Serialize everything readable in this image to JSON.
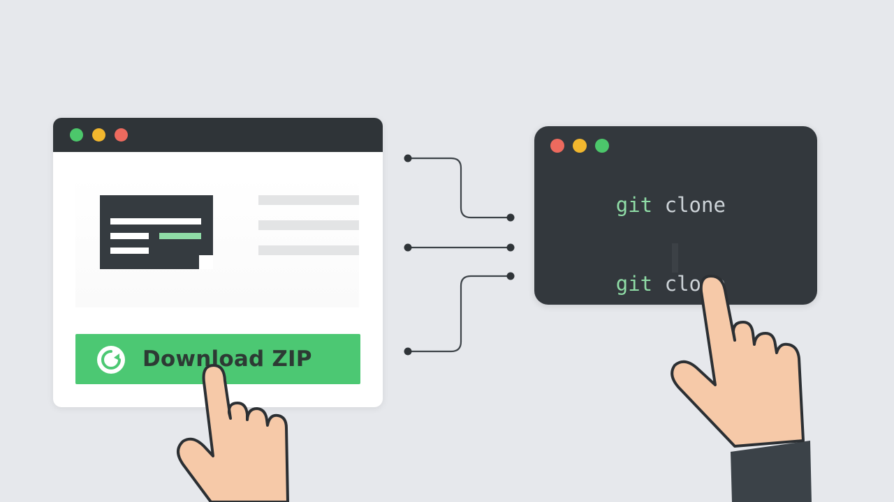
{
  "browser": {
    "window_dots": [
      {
        "name": "green",
        "color": "#4cc76b"
      },
      {
        "name": "yellow",
        "color": "#f2b72e"
      },
      {
        "name": "red",
        "color": "#ed6a5e"
      }
    ],
    "download_button": {
      "label": "Download ZIP",
      "icon": "refresh-icon",
      "color": "#4cc873"
    }
  },
  "terminal": {
    "window_dots": [
      {
        "name": "red",
        "color": "#ed6a5e"
      },
      {
        "name": "yellow",
        "color": "#f2b72e"
      },
      {
        "name": "green",
        "color": "#4cc76b"
      }
    ],
    "lines": [
      {
        "command": "git",
        "argument": "clone"
      },
      {
        "command": "git",
        "argument": "clone"
      }
    ],
    "command_color": "#8fdca6",
    "argument_color": "#cdd3d8"
  },
  "colors": {
    "background": "#e6e8ec",
    "dark": "#2f3438",
    "skin": "#f6c9a8",
    "outline": "#2b2f33",
    "sleeve": "#3b4248"
  }
}
